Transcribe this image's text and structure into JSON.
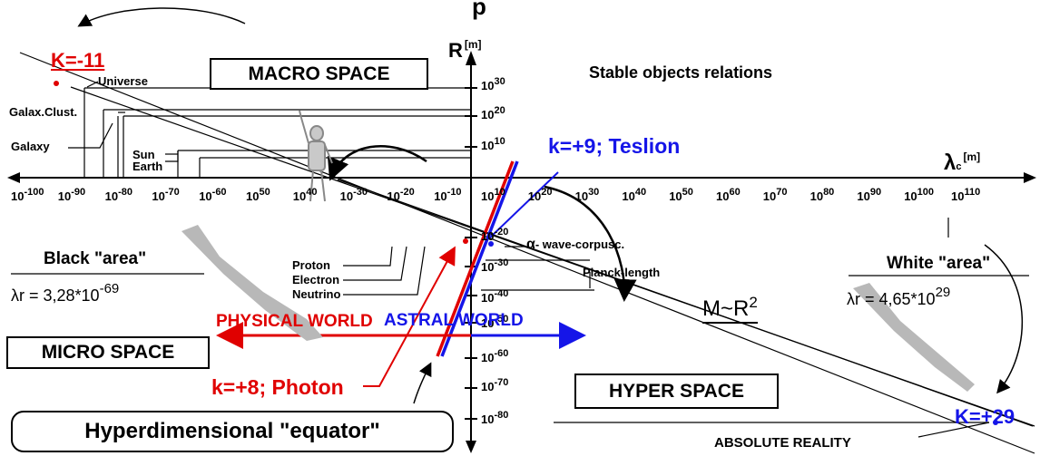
{
  "title_fragment": "p",
  "axes": {
    "r_label": "R",
    "r_unit": "[m]",
    "lambda_label": "λ",
    "lambda_sub": "c",
    "lambda_unit": "[m]"
  },
  "r_ticks": [
    {
      "base": "10",
      "exp": "30"
    },
    {
      "base": "10",
      "exp": "20"
    },
    {
      "base": "10",
      "exp": "10"
    },
    {
      "base": "10",
      "exp": "-20"
    },
    {
      "base": "10",
      "exp": "-30"
    },
    {
      "base": "10",
      "exp": "-40"
    },
    {
      "base": "10",
      "exp": "-50"
    },
    {
      "base": "10",
      "exp": "-60"
    },
    {
      "base": "10",
      "exp": "-70"
    },
    {
      "base": "10",
      "exp": "-80"
    }
  ],
  "lambda_ticks": [
    {
      "base": "10",
      "exp": "-100"
    },
    {
      "base": "10",
      "exp": "-90"
    },
    {
      "base": "10",
      "exp": "-80"
    },
    {
      "base": "10",
      "exp": "-70"
    },
    {
      "base": "10",
      "exp": "-60"
    },
    {
      "base": "10",
      "exp": "50"
    },
    {
      "base": "10",
      "exp": "40"
    },
    {
      "base": "10",
      "exp": "-30"
    },
    {
      "base": "10",
      "exp": "-20"
    },
    {
      "base": "10",
      "exp": "-10"
    },
    {
      "base": "10",
      "exp": "10"
    },
    {
      "base": "10",
      "exp": "20"
    },
    {
      "base": "10",
      "exp": "30"
    },
    {
      "base": "10",
      "exp": "40"
    },
    {
      "base": "10",
      "exp": "50"
    },
    {
      "base": "10",
      "exp": "60"
    },
    {
      "base": "10",
      "exp": "70"
    },
    {
      "base": "10",
      "exp": "80"
    },
    {
      "base": "10",
      "exp": "90"
    },
    {
      "base": "10",
      "exp": "100"
    },
    {
      "base": "10",
      "exp": "110"
    }
  ],
  "labels": {
    "k_minus_11": "K=-11",
    "universe": "Universe",
    "galax_clust": "Galax.Clust.",
    "galaxy": "Galaxy",
    "sun": "Sun",
    "earth": "Earth",
    "macro_space": "MACRO SPACE",
    "micro_space": "MICRO SPACE",
    "hyper_space": "HYPER SPACE",
    "stable_objects": "Stable objects relations",
    "teslion": "k=+9; Teslion",
    "photon": "k=+8; Photon",
    "k_plus_29": "K=+29",
    "black_area": "Black \"area\"",
    "white_area": "White \"area\"",
    "black_formula_lead": "λr = 3,28*10",
    "black_formula_exp": "-69",
    "white_formula_lead": "λr = 4,65*10",
    "white_formula_exp": "29",
    "proton": "Proton",
    "electron": "Electron",
    "neutrino": "Neutrino",
    "alpha": "α",
    "wave_corpusc": "- wave-corpusc.",
    "planck": "Planck-length",
    "physical_world": "PHYSICAL WORLD",
    "astral_world": "ASTRAL WORLD",
    "m_r2_lead": "M~R",
    "m_r2_exp": "2",
    "equator": "Hyperdimensional \"equator\"",
    "absolute_reality": "ABSOLUTE REALITY"
  },
  "colors": {
    "physical": "#e00000",
    "astral": "#1515e8",
    "area_fill": "#b8b8b8"
  }
}
